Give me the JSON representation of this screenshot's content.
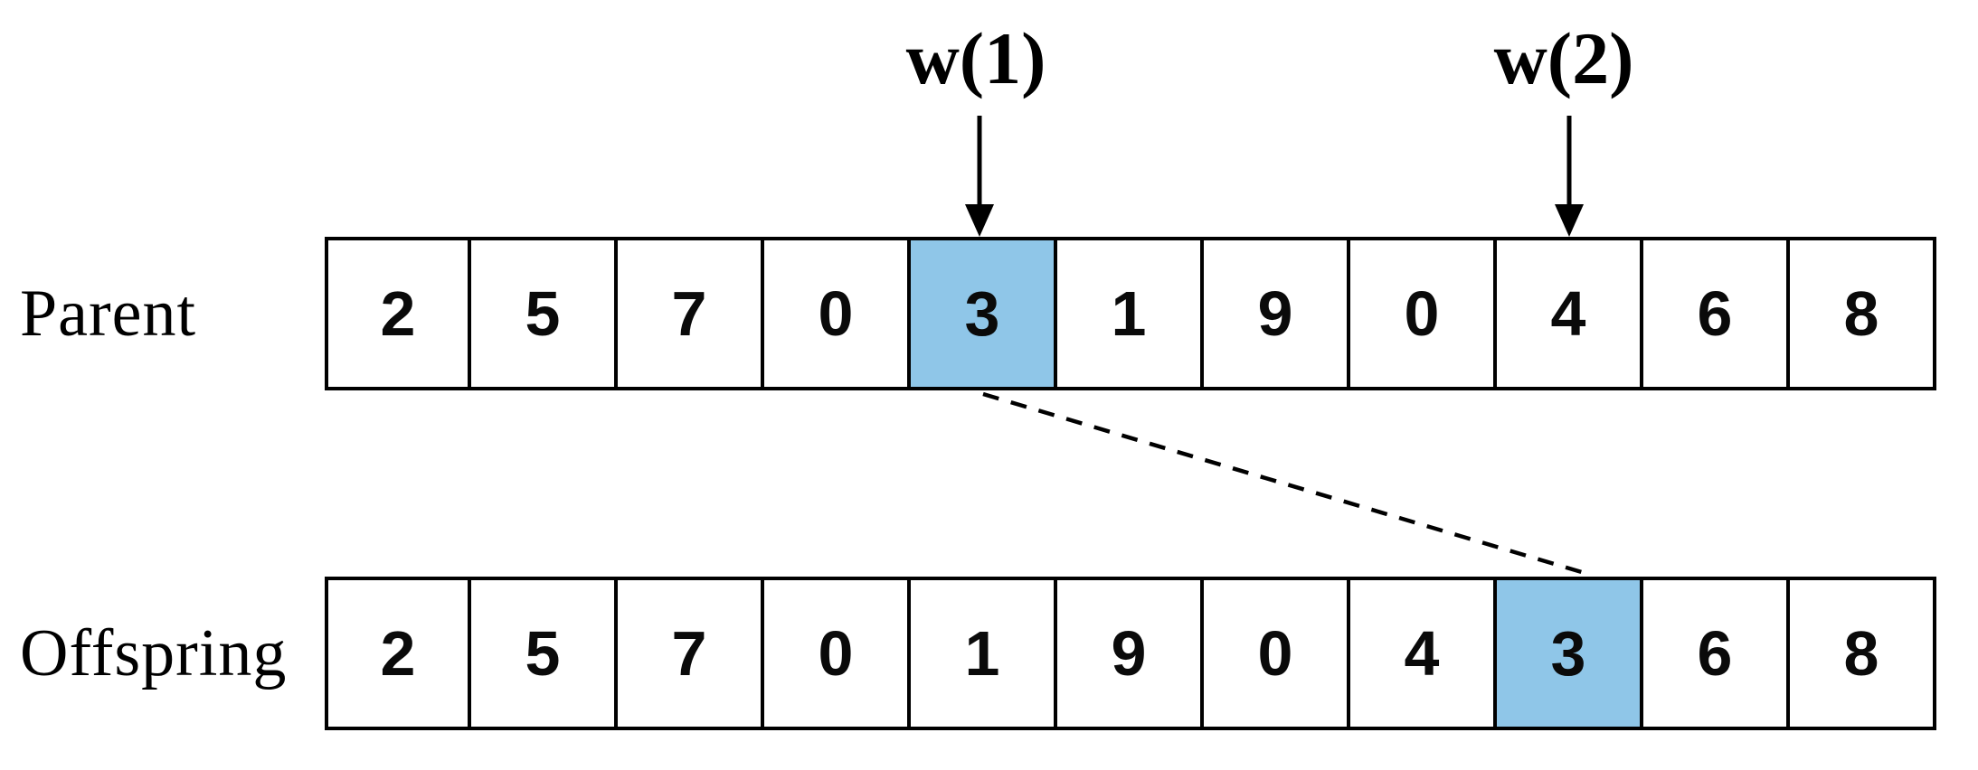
{
  "diagram": {
    "type": "insertion-mutation",
    "pointers": [
      {
        "label": "w(1)",
        "row": "parent",
        "cell_index": 4
      },
      {
        "label": "w(2)",
        "row": "parent",
        "cell_index": 8
      }
    ],
    "rows": [
      {
        "id": "parent",
        "label": "Parent",
        "cells": [
          "2",
          "5",
          "7",
          "0",
          "3",
          "1",
          "9",
          "0",
          "4",
          "6",
          "8"
        ],
        "highlighted_index": 4
      },
      {
        "id": "offspring",
        "label": "Offspring",
        "cells": [
          "2",
          "5",
          "7",
          "0",
          "1",
          "9",
          "0",
          "4",
          "3",
          "6",
          "8"
        ],
        "highlighted_index": 8
      }
    ],
    "connector": {
      "style": "dashed",
      "from_row": "parent",
      "from_index": 4,
      "to_row": "offspring",
      "to_index": 8
    },
    "colors": {
      "highlight_fill": "#8FC6E8",
      "line": "#000000",
      "background": "#FFFFFF",
      "text": "#000000"
    }
  }
}
